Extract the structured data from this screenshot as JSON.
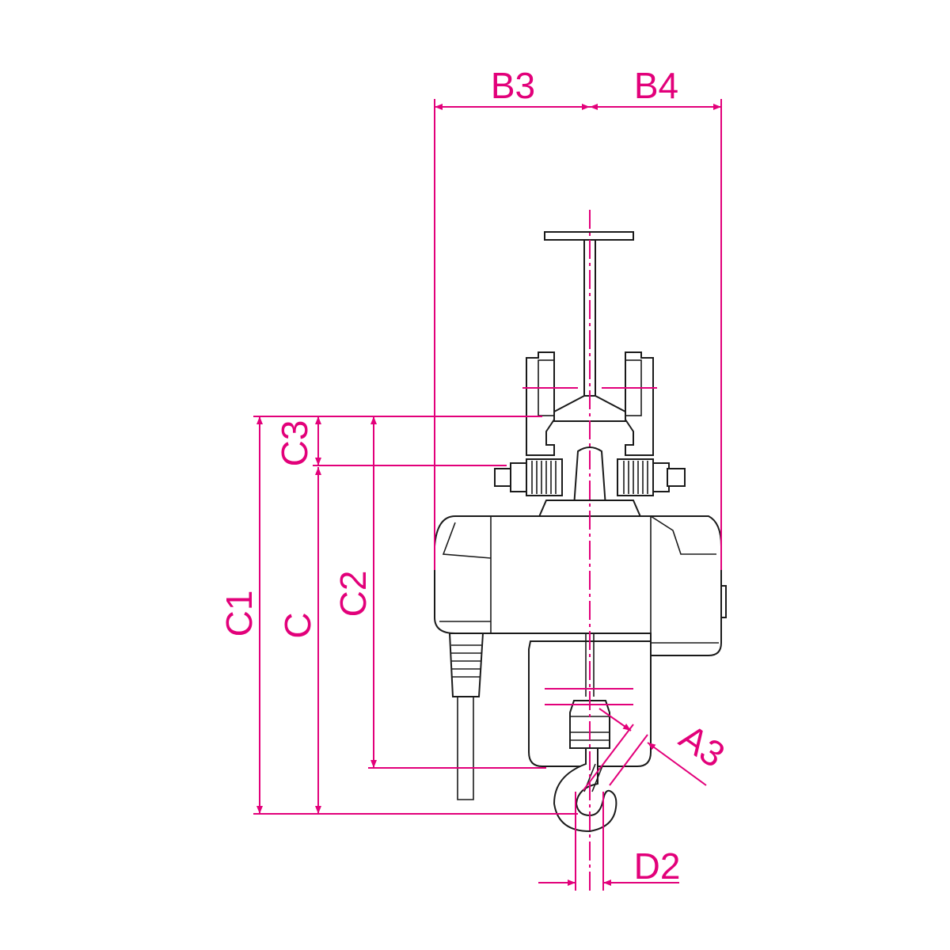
{
  "labels": {
    "b3": "B3",
    "b4": "B4",
    "c3": "C3",
    "c1": "C1",
    "c": "C",
    "c2": "C2",
    "a3": "A3",
    "d2": "D2"
  },
  "colors": {
    "dimension": "#e2007a",
    "outline": "#1a1a1a"
  }
}
